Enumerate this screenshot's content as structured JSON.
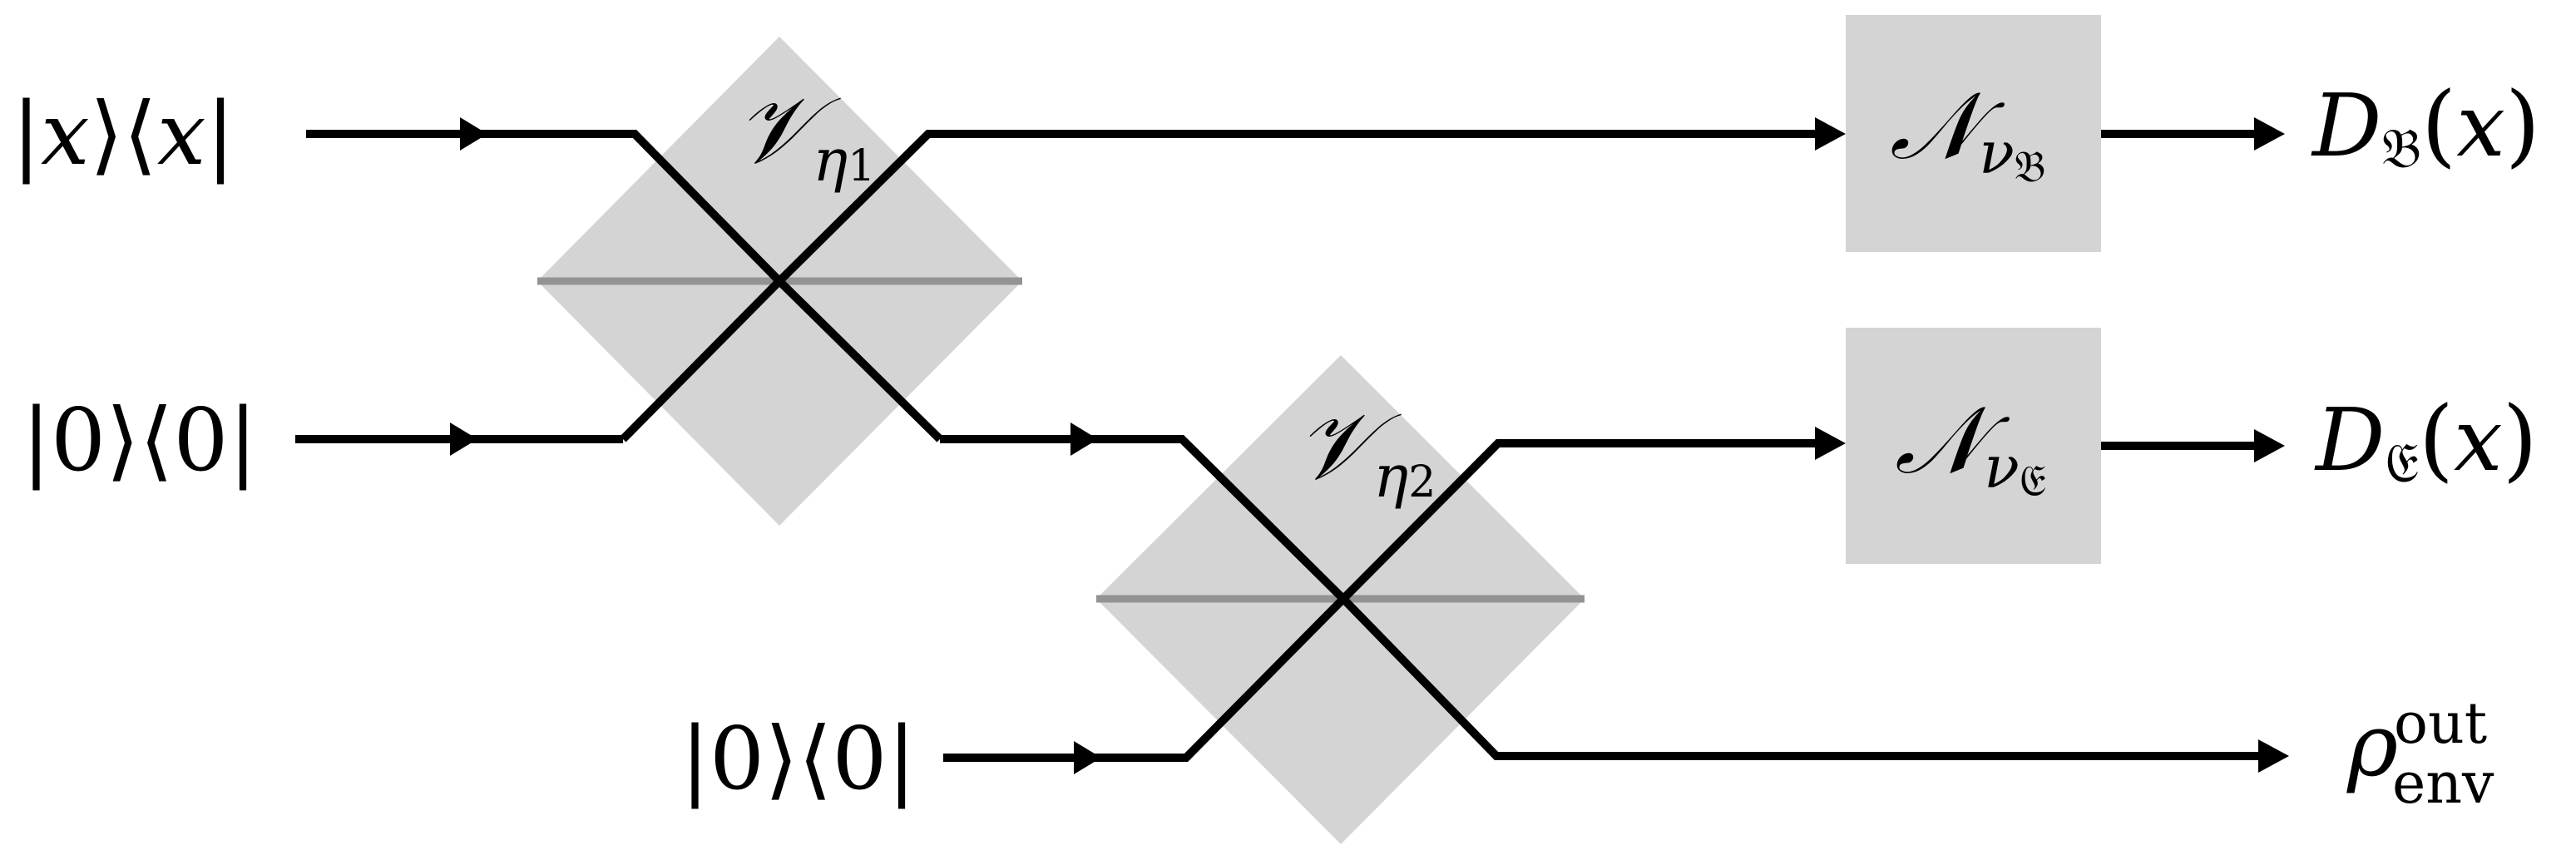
{
  "diagram": {
    "description": "Quantum wiretap channel model with two beam splitters and two noise channels",
    "colors": {
      "wire": "#000000",
      "component_fill": "#d4d4d4",
      "mirror_line": "#939393",
      "background": "#ffffff"
    },
    "inputs": [
      {
        "id": "input-x",
        "ket_bra": "|x⟩⟨x|",
        "left_bar": "|",
        "ket": "x",
        "ket_close": "⟩",
        "bra_open": "⟨",
        "bra": "x",
        "right_bar": "|"
      },
      {
        "id": "input-vacuum-1",
        "ket_bra": "|0⟩⟨0|",
        "left_bar": "|",
        "ket": "0",
        "ket_close": "⟩",
        "bra_open": "⟨",
        "bra": "0",
        "right_bar": "|"
      },
      {
        "id": "input-vacuum-2",
        "ket_bra": "|0⟩⟨0|",
        "left_bar": "|",
        "ket": "0",
        "ket_close": "⟩",
        "bra_open": "⟨",
        "bra": "0",
        "right_bar": "|"
      }
    ],
    "beam_splitters": [
      {
        "id": "splitter-1",
        "symbol": "𝒱",
        "subscript": "η",
        "subscript_index": "1",
        "label": "𝒱_{η1}"
      },
      {
        "id": "splitter-2",
        "symbol": "𝒱",
        "subscript": "η",
        "subscript_index": "2",
        "label": "𝒱_{η2}"
      }
    ],
    "channels": [
      {
        "id": "channel-bob",
        "symbol": "𝒩",
        "subscript": "ν",
        "subscript_sub": "𝔅",
        "label": "𝒩_{ν𝔅}"
      },
      {
        "id": "channel-eve",
        "symbol": "𝒩",
        "subscript": "ν",
        "subscript_sub": "𝔈",
        "label": "𝒩_{ν𝔈}"
      }
    ],
    "outputs": [
      {
        "id": "output-bob",
        "symbol": "D",
        "subscript": "𝔅",
        "open_paren": "(",
        "arg": "x",
        "close_paren": ")",
        "label": "D_𝔅(x)"
      },
      {
        "id": "output-eve",
        "symbol": "D",
        "subscript": "𝔈",
        "open_paren": "(",
        "arg": "x",
        "close_paren": ")",
        "label": "D_𝔈(x)"
      },
      {
        "id": "output-env",
        "symbol": "ρ",
        "superscript": "out",
        "subscript": "env",
        "label": "ρ_env^out"
      }
    ],
    "connections": [
      {
        "from": "input-x",
        "to": "splitter-1"
      },
      {
        "from": "input-vacuum-1",
        "to": "splitter-1"
      },
      {
        "from": "splitter-1",
        "to": "channel-bob"
      },
      {
        "from": "splitter-1",
        "to": "splitter-2"
      },
      {
        "from": "input-vacuum-2",
        "to": "splitter-2"
      },
      {
        "from": "splitter-2",
        "to": "channel-eve"
      },
      {
        "from": "splitter-2",
        "to": "output-env"
      },
      {
        "from": "channel-bob",
        "to": "output-bob"
      },
      {
        "from": "channel-eve",
        "to": "output-eve"
      }
    ]
  }
}
